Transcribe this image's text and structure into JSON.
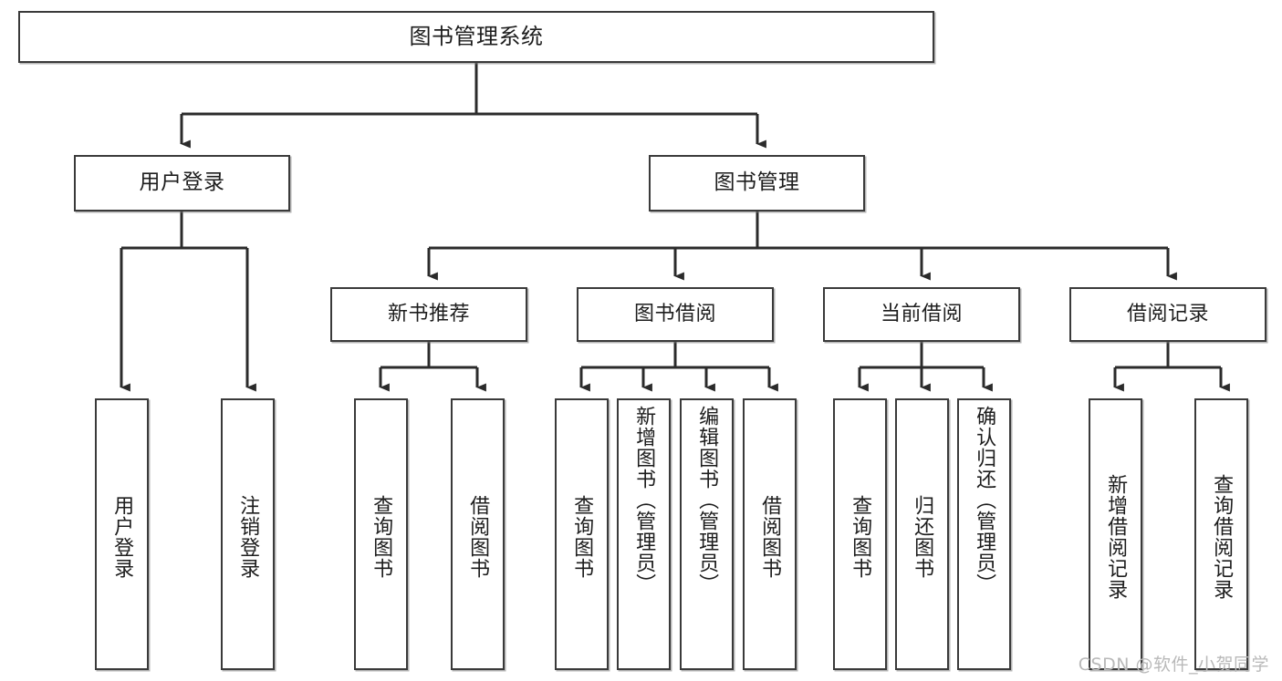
{
  "diagram": {
    "title": "图书管理系统",
    "type": "tree-hierarchy-chart",
    "watermark": "CSDN @软件_小贺同学",
    "colors": {
      "box_border": "#3a3a3a",
      "box_fill": "#ffffff",
      "connector": "#2b2b2b",
      "text": "#1d1d1d",
      "watermark": "#b9b9b9"
    }
  },
  "root": {
    "label": "图书管理系统"
  },
  "level2": [
    {
      "label": "用户登录"
    },
    {
      "label": "图书管理"
    }
  ],
  "level3": [
    {
      "label": "新书推荐"
    },
    {
      "label": "图书借阅"
    },
    {
      "label": "当前借阅"
    },
    {
      "label": "借阅记录"
    }
  ],
  "leaves": {
    "user_login": [
      {
        "label": "用户登录"
      },
      {
        "label": "注销登录"
      }
    ],
    "new_book_recommend": [
      {
        "label": "查询图书"
      },
      {
        "label": "借阅图书"
      }
    ],
    "book_borrow": [
      {
        "label": "查询图书"
      },
      {
        "label": "新增图书（管理员）"
      },
      {
        "label": "编辑图书（管理员）"
      },
      {
        "label": "借阅图书"
      }
    ],
    "current_borrow": [
      {
        "label": "查询图书"
      },
      {
        "label": "归还图书"
      },
      {
        "label": "确认归还（管理员）"
      }
    ],
    "borrow_record": [
      {
        "label": "新增借阅记录"
      },
      {
        "label": "查询借阅记录"
      }
    ]
  }
}
